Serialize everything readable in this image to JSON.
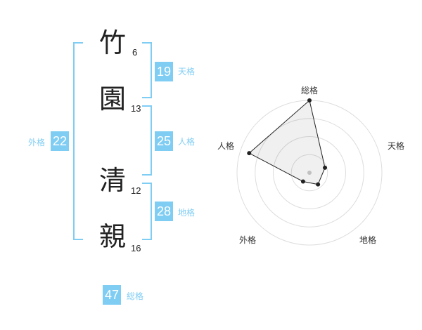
{
  "name": {
    "chars": [
      {
        "char": "竹",
        "strokes": "6"
      },
      {
        "char": "園",
        "strokes": "13"
      },
      {
        "char": "清",
        "strokes": "12"
      },
      {
        "char": "親",
        "strokes": "16"
      }
    ]
  },
  "fortune": {
    "tenkaku": {
      "value": "19",
      "label": "天格"
    },
    "jinkaku": {
      "value": "25",
      "label": "人格"
    },
    "chikaku": {
      "value": "28",
      "label": "地格"
    },
    "gaikaku": {
      "value": "22",
      "label": "外格"
    },
    "soukaku": {
      "value": "47",
      "label": "総格"
    }
  },
  "colors": {
    "accent": "#80cdf4",
    "text": "#222222",
    "grid": "#dddddd"
  },
  "chart_data": {
    "type": "radar",
    "axes": [
      "総格",
      "天格",
      "地格",
      "外格",
      "人格"
    ],
    "values": [
      4,
      0.9,
      0.8,
      0.6,
      3.5
    ],
    "rings": 4,
    "range": [
      0,
      4
    ]
  }
}
